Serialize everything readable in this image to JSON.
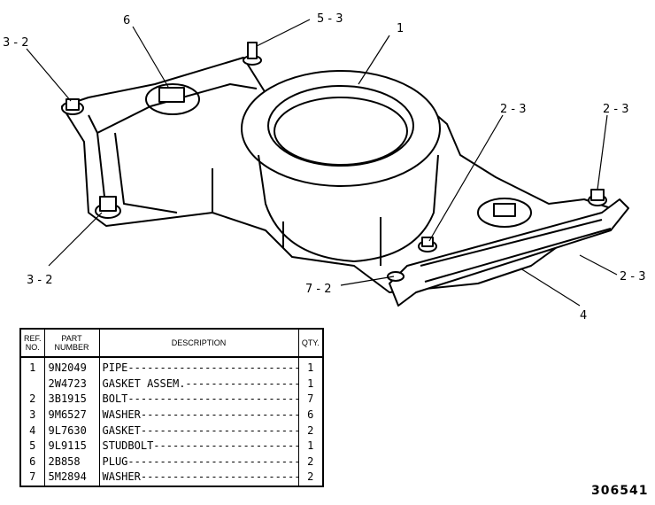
{
  "callouts": {
    "c1": "1",
    "c6": "6",
    "c5_3": "5 - 3",
    "c3_2_top": "3 - 2",
    "c3_2_bottom": "3 - 2",
    "c2_3_a": "2 - 3",
    "c2_3_b": "2 - 3",
    "c2_3_c": "2 - 3",
    "c7_2": "7 - 2",
    "c4": "4"
  },
  "table": {
    "headers": {
      "ref_line1": "REF.",
      "ref_line2": "NO.",
      "part_line1": "PART",
      "part_line2": "NUMBER",
      "description": "DESCRIPTION",
      "qty": "QTY."
    },
    "rows": [
      {
        "ref": "1",
        "part": "9N2049",
        "desc": "PIPE---------------------------",
        "qty": "1"
      },
      {
        "ref": "",
        "part": "2W4723",
        "desc": "GASKET ASSEM.------------------",
        "qty": "1"
      },
      {
        "ref": "2",
        "part": "3B1915",
        "desc": "BOLT---------------------------",
        "qty": "7"
      },
      {
        "ref": "3",
        "part": "9M6527",
        "desc": "WASHER-------------------------",
        "qty": "6"
      },
      {
        "ref": "4",
        "part": "9L7630",
        "desc": "GASKET-------------------------",
        "qty": "2"
      },
      {
        "ref": "5",
        "part": "9L9115",
        "desc": "STUDBOLT-----------------------",
        "qty": "1"
      },
      {
        "ref": "6",
        "part": "2B858",
        "desc": "PLUG---------------------------",
        "qty": "2"
      },
      {
        "ref": "7",
        "part": "5M2894",
        "desc": "WASHER-------------------------",
        "qty": "2"
      }
    ]
  },
  "drawing_number": "306541"
}
